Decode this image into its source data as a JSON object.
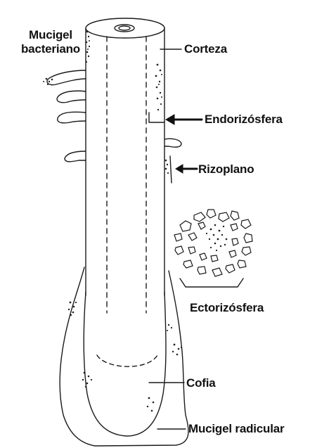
{
  "labels": {
    "mucigel_bacteriano_line1": "Mucigel",
    "mucigel_bacteriano_line2": "bacteriano",
    "corteza": "Corteza",
    "endorizosfera": "Endorizósfera",
    "rizoplano": "Rizoplano",
    "ectorizosfera": "Ectorizósfera",
    "cofia": "Cofia",
    "mucigel_radicular": "Mucigel radicular"
  },
  "colors": {
    "line": "#1a1a1a",
    "text": "#111111",
    "background": "#ffffff"
  }
}
